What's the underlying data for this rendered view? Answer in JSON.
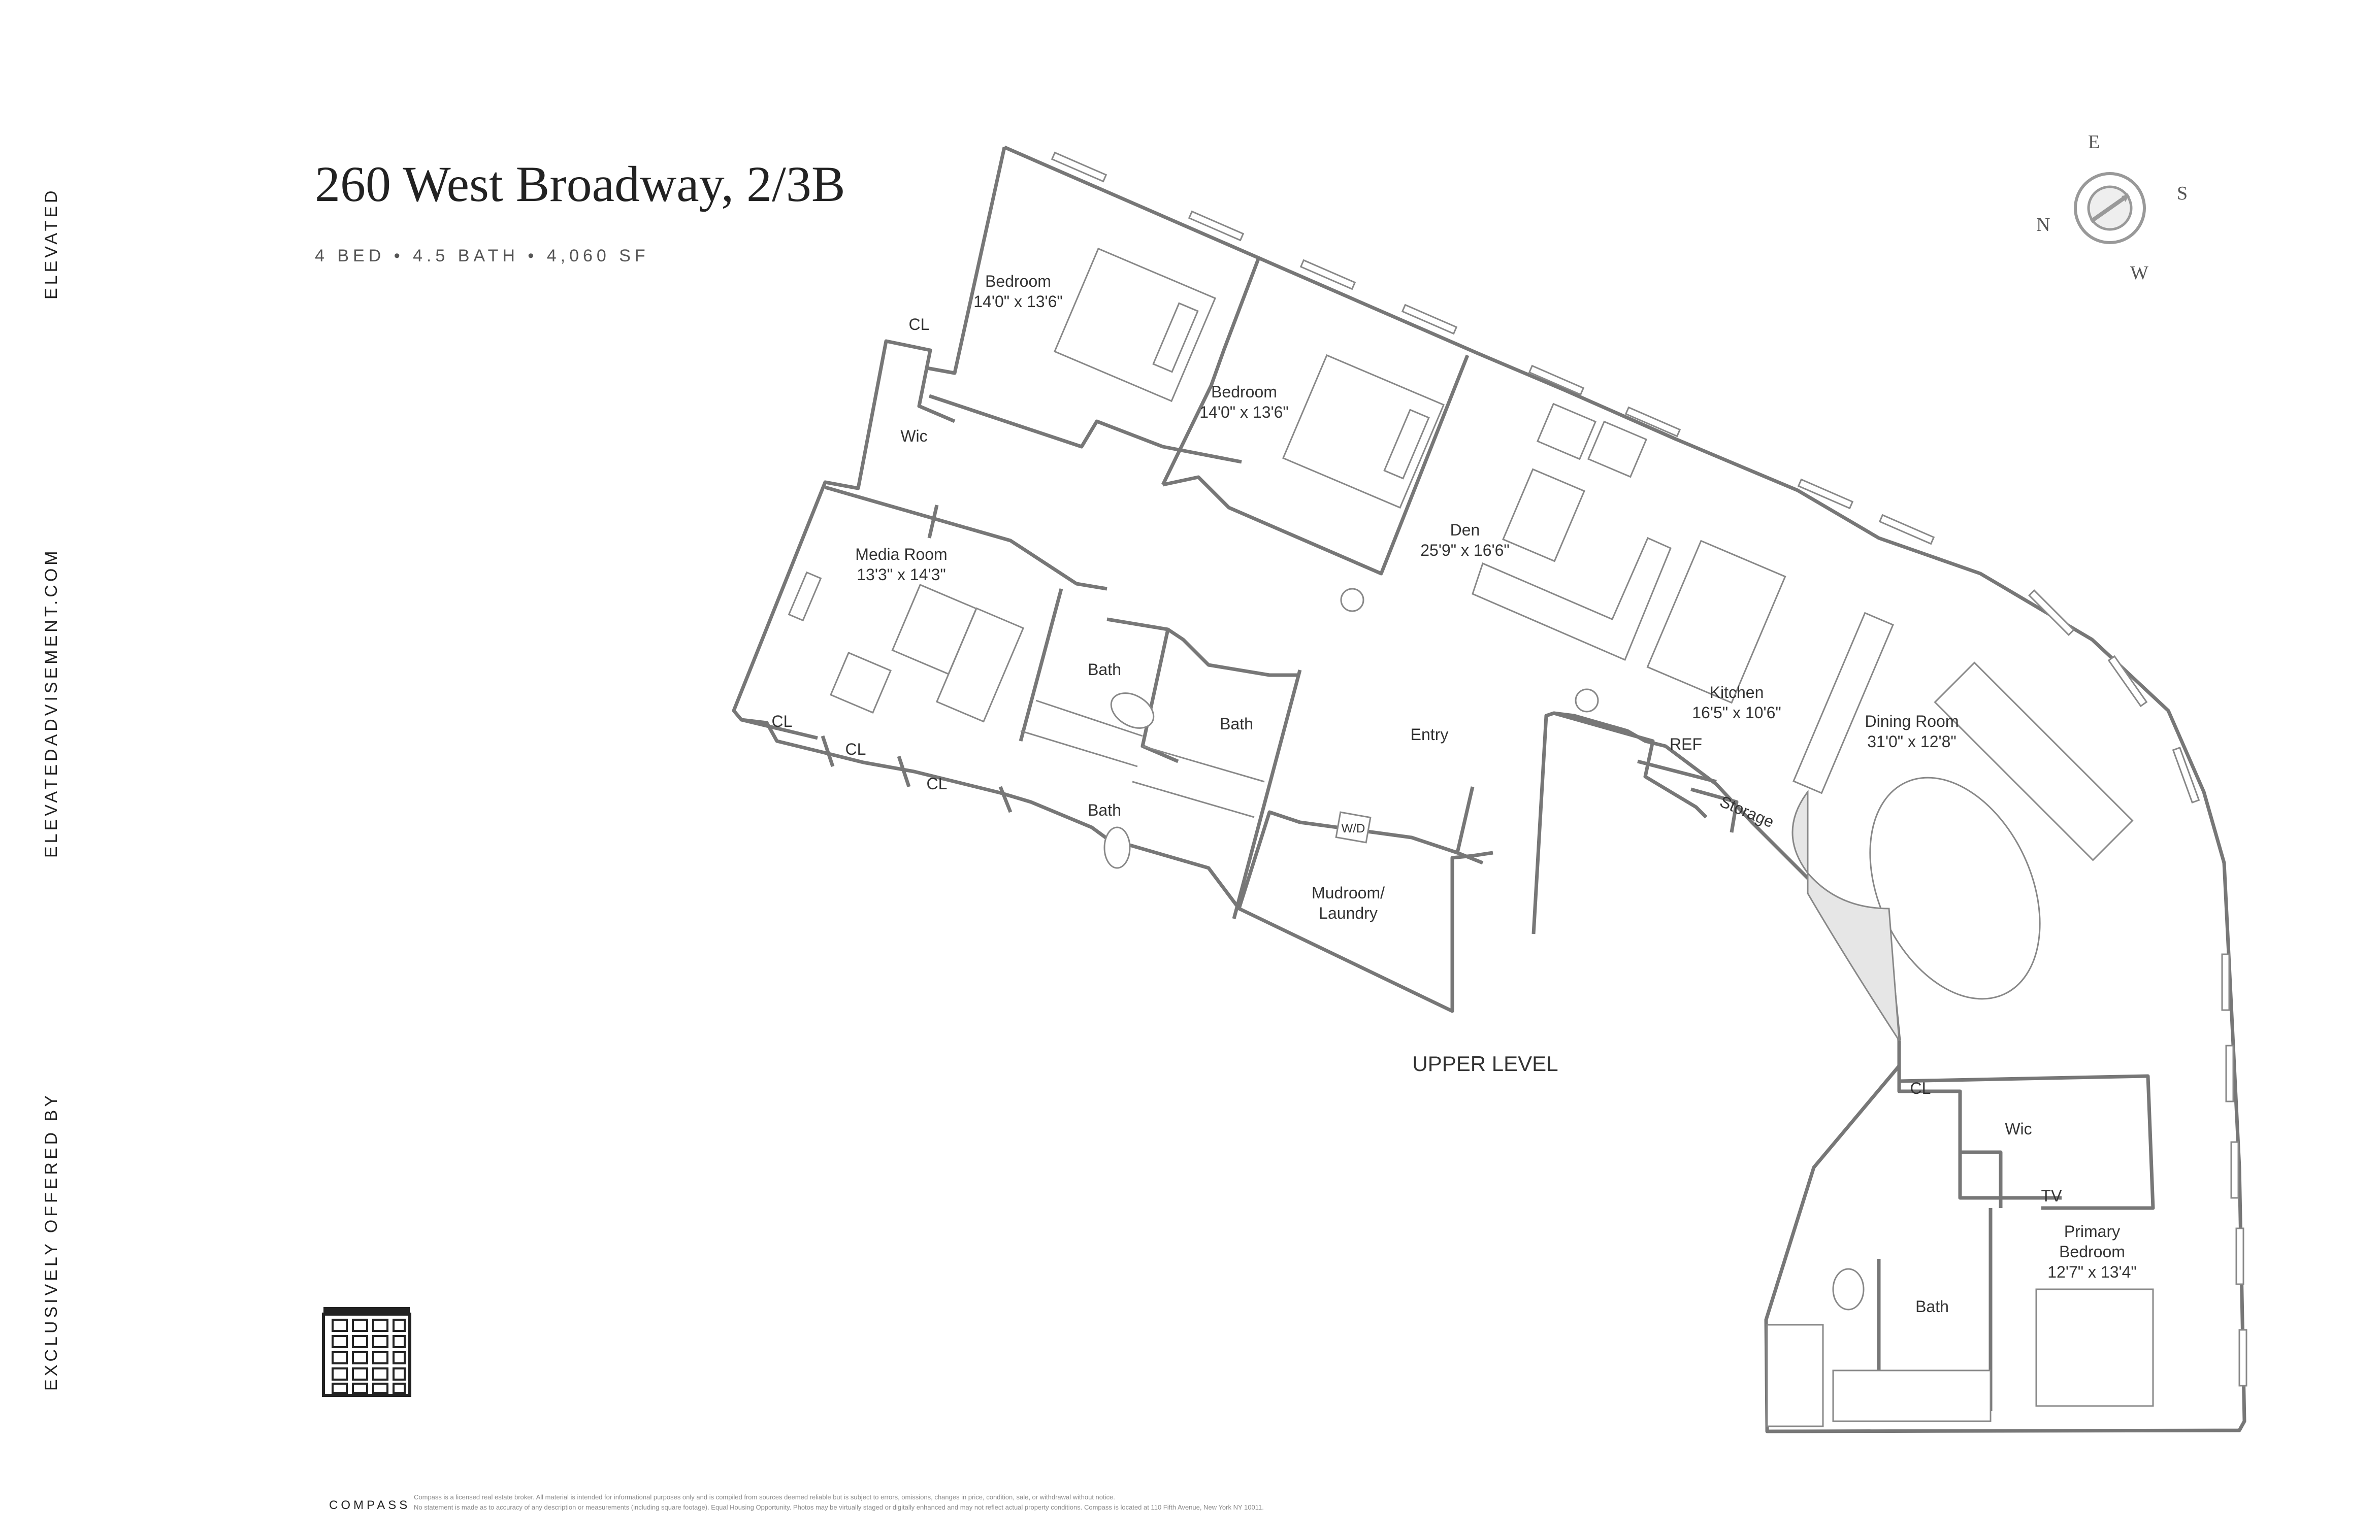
{
  "brand": {
    "vertical_name": "ELEVATED",
    "website": "ELEVATEDADVISEMENT.COM",
    "offered_by": "EXCLUSIVELY OFFERED BY"
  },
  "listing": {
    "address": "260 West Broadway, 2/3B",
    "summary": "4 BED • 4.5 BATH • 4,060 SF"
  },
  "compass": {
    "n": "N",
    "e": "E",
    "s": "S",
    "w": "W"
  },
  "floor": {
    "level_label": "UPPER LEVEL",
    "rooms": [
      {
        "id": "bedroom-1",
        "name": "Bedroom",
        "dims": "14'0\" x 13'6\""
      },
      {
        "id": "bedroom-2",
        "name": "Bedroom",
        "dims": "14'0\" x 13'6\""
      },
      {
        "id": "den",
        "name": "Den",
        "dims": "25'9\" x 16'6\""
      },
      {
        "id": "media-room",
        "name": "Media Room",
        "dims": "13'3\" x 14'3\""
      },
      {
        "id": "kitchen",
        "name": "Kitchen",
        "dims": "16'5\" x 10'6\""
      },
      {
        "id": "dining-room",
        "name": "Dining Room",
        "dims": "31'0\" x 12'8\""
      },
      {
        "id": "primary-bedroom",
        "name": "Primary Bedroom",
        "line1": "Primary",
        "line2": "Bedroom",
        "dims": "12'7\" x 13'4\""
      },
      {
        "id": "mudroom",
        "line1": "Mudroom/",
        "line2": "Laundry"
      }
    ],
    "labels": {
      "cl": "CL",
      "wic": "Wic",
      "bath": "Bath",
      "entry": "Entry",
      "ref": "REF",
      "storage": "Storage",
      "wd": "W/D",
      "tv": "TV"
    }
  },
  "footer": {
    "logo": "COMPASS",
    "disclaimer_line1": "Compass is a licensed real estate broker. All material is intended for informational purposes only and is compiled from sources deemed reliable but is subject to errors, omissions, changes in price, condition, sale, or withdrawal without notice.",
    "disclaimer_line2": "No statement is made as to accuracy of any description or measurements (including square footage). Equal Housing Opportunity. Photos may be virtually staged or digitally enhanced and may not reflect actual property conditions. Compass is located at 110 Fifth Avenue, New York NY 10011."
  },
  "colors": {
    "wall": "#777777",
    "line": "#888888",
    "text": "#333333",
    "background": "#ffffff"
  }
}
